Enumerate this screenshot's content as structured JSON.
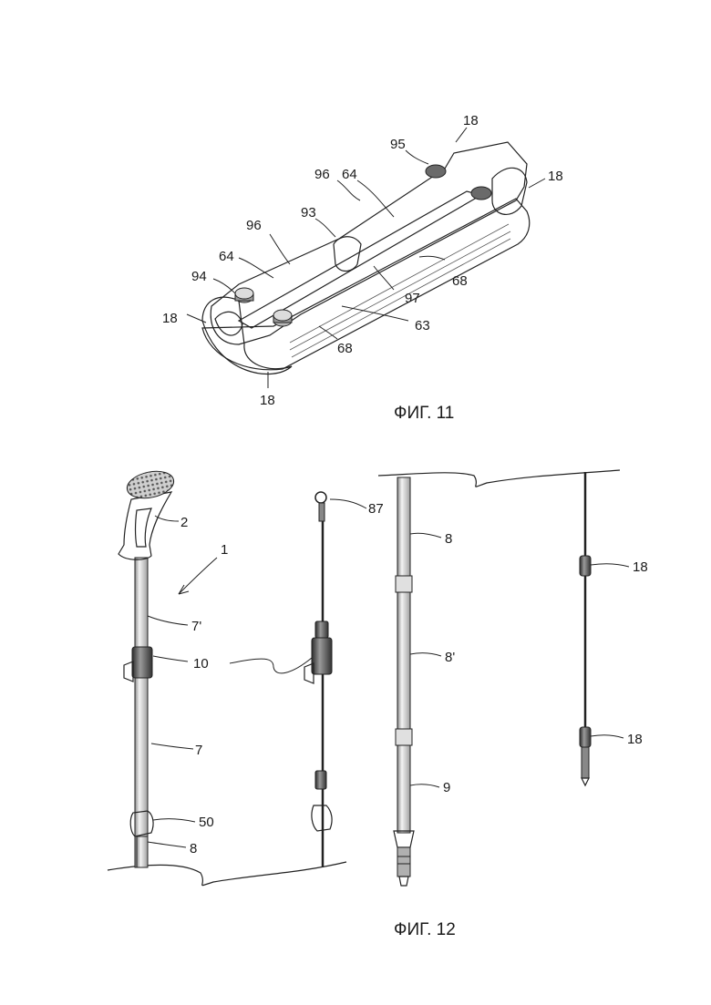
{
  "figures": [
    {
      "caption": "ФИГ. 11",
      "labels": [
        "18",
        "95",
        "96",
        "64",
        "18",
        "93",
        "96",
        "64",
        "94",
        "18",
        "68",
        "97",
        "63",
        "68",
        "18"
      ]
    },
    {
      "caption": "ФИГ. 12",
      "labels": [
        "2",
        "1",
        "7'",
        "10",
        "7",
        "50",
        "8",
        "87",
        "8",
        "8'",
        "9",
        "18",
        "18"
      ]
    }
  ]
}
